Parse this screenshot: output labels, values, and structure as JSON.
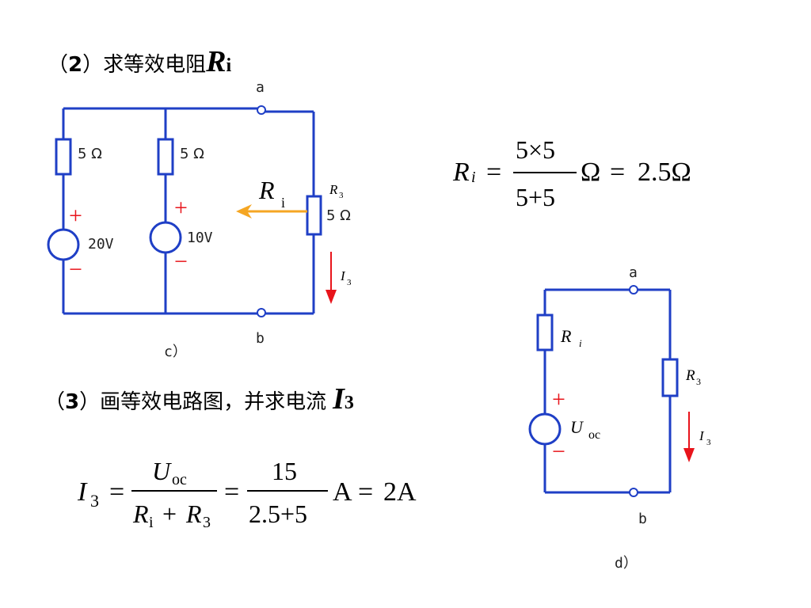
{
  "heading2": {
    "prefix": "（",
    "num": "2",
    "suffix": "）求等效电阻",
    "var": "R",
    "sub": "i"
  },
  "heading3": {
    "prefix": "（",
    "num": "3",
    "suffix": "）画等效电路图，并求电流",
    "var": "I",
    "sub": "3"
  },
  "circuit_c": {
    "node_a": "a",
    "node_b": "b",
    "r1": "5 Ω",
    "r2": "5 Ω",
    "r3_name": "R",
    "r3_sub": "3",
    "r3_value": "5 Ω",
    "src1": "20V",
    "src2": "10V",
    "plus": "+",
    "minus": "−",
    "ri_label": "R",
    "ri_sub": "i",
    "i3_label": "I",
    "i3_sub": "3",
    "caption": "c）"
  },
  "formula_ri": {
    "lhs": "R",
    "lhs_sub": "i",
    "eq": "=",
    "num": "5×5",
    "den": "5+5",
    "unit1": "Ω",
    "eq2": "=",
    "result": "2.5Ω"
  },
  "formula_i3": {
    "lhs": "I",
    "lhs_sub": "3",
    "eq": "=",
    "num1": "U",
    "num1_sub": "oc",
    "den1_a": "R",
    "den1_a_sub": "i",
    "den1_plus": "+",
    "den1_b": "R",
    "den1_b_sub": "3",
    "eq2": "=",
    "num2": "15",
    "den2": "2.5+5",
    "unit": "A",
    "eq3": "=",
    "result": "2A"
  },
  "circuit_d": {
    "node_a": "a",
    "node_b": "b",
    "ri_label": "R",
    "ri_sub": "i",
    "r3_label": "R",
    "r3_sub": "3",
    "uoc_label": "U",
    "uoc_sub": "oc",
    "plus": "+",
    "minus": "−",
    "i3_label": "I",
    "i3_sub": "3",
    "caption": "d）"
  },
  "colors": {
    "wire": "#1f3fc6",
    "accent_red": "#e8141b",
    "arrow_orange": "#f5a623"
  }
}
